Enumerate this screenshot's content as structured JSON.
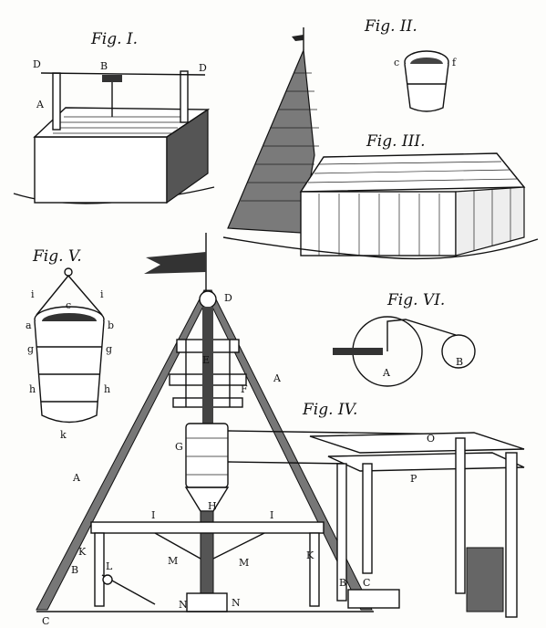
{
  "figures": {
    "fig1": {
      "title": "Fig. I.",
      "labels": [
        "D",
        "B",
        "D",
        "A"
      ]
    },
    "fig2": {
      "title": "Fig. II.",
      "labels": [
        "c",
        "f"
      ]
    },
    "fig3": {
      "title": "Fig. III."
    },
    "fig4": {
      "title": "Fig. IV.",
      "labels": [
        "D",
        "E",
        "F",
        "A",
        "A",
        "G",
        "H",
        "I",
        "I",
        "K",
        "K",
        "M",
        "M",
        "N",
        "N",
        "L",
        "B",
        "C",
        "B",
        "C",
        "O",
        "P"
      ]
    },
    "fig5": {
      "title": "Fig. V.",
      "labels": [
        "i",
        "c",
        "i",
        "a",
        "b",
        "g",
        "g",
        "h",
        "h",
        "k"
      ]
    },
    "fig6": {
      "title": "Fig. VI.",
      "labels": [
        "A",
        "B"
      ]
    }
  }
}
